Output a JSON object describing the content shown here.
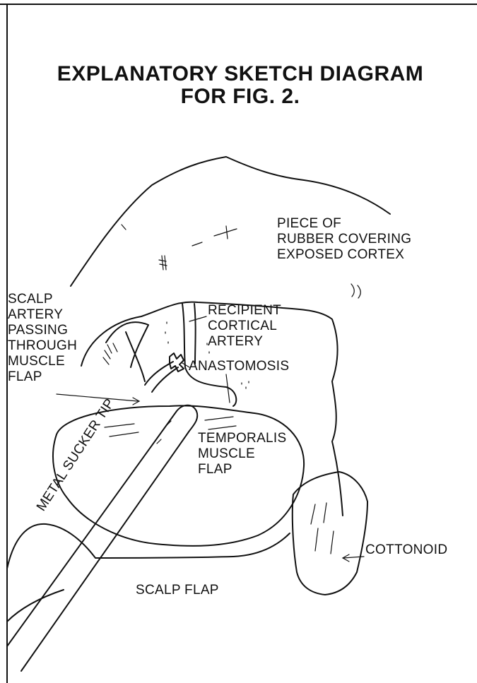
{
  "title": {
    "line1": "EXPLANATORY SKETCH DIAGRAM",
    "line2": "FOR FIG. 2."
  },
  "labels": {
    "piece_of_rubber": [
      "PIECE OF",
      "RUBBER COVERING",
      "EXPOSED CORTEX"
    ],
    "scalp_artery": [
      "SCALP",
      "ARTERY",
      "PASSING",
      "THROUGH",
      "MUSCLE",
      "FLAP"
    ],
    "recipient_artery": [
      "RECIPIENT",
      "CORTICAL",
      "ARTERY"
    ],
    "anastomosis": "ANASTOMOSIS",
    "temporalis": [
      "TEMPORALIS",
      "MUSCLE",
      "FLAP"
    ],
    "cottonoid": "COTTONOID",
    "scalp_flap": "SCALP FLAP",
    "metal_sucker": "METAL SUCKER TIP"
  },
  "colors": {
    "ink": "#111111",
    "paper": "#ffffff"
  }
}
